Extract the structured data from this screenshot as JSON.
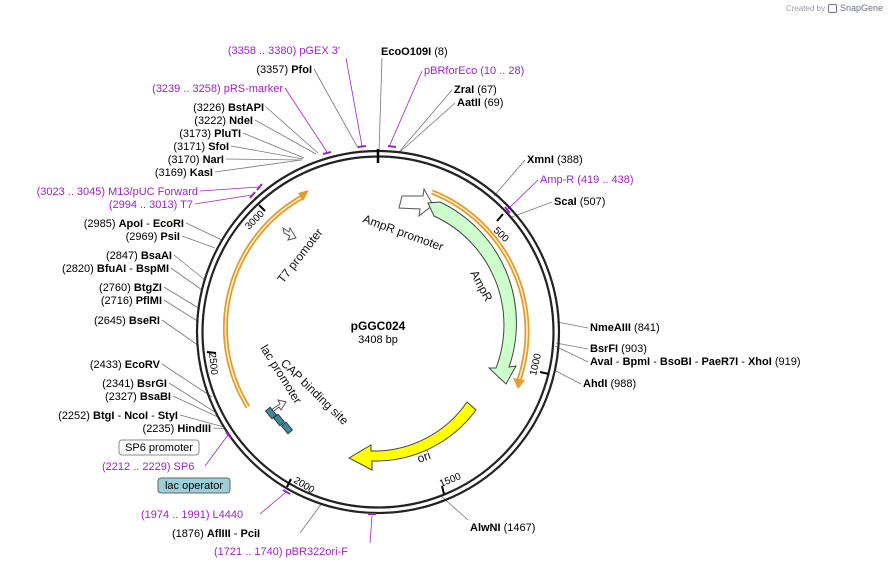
{
  "credit": {
    "prefix": "Created by",
    "brand": "SnapGene"
  },
  "plasmid": {
    "name": "pGGC024",
    "length_label": "3408 bp",
    "length": 3408
  },
  "ticks": [
    "500",
    "1000",
    "1500",
    "2000",
    "2500",
    "3000"
  ],
  "features": [
    {
      "name": "AmpR promoter",
      "type": "promoter"
    },
    {
      "name": "AmpR",
      "type": "cds",
      "color": "#ccffcc"
    },
    {
      "name": "ori",
      "type": "rep_origin",
      "color": "#ffff00"
    },
    {
      "name": "lac promoter",
      "type": "promoter"
    },
    {
      "name": "CAP binding site",
      "type": "protein_bind"
    },
    {
      "name": "T7 promoter",
      "type": "promoter"
    }
  ],
  "boxed_features": [
    {
      "name": "SP6 promoter",
      "color": "#ffffff"
    },
    {
      "name": "lac operator",
      "color": "#9ccfd8"
    }
  ],
  "labels": [
    {
      "id": "ecoo109i",
      "parts": [
        {
          "t": "EcoO109I",
          "s": "enz"
        },
        {
          "t": "   (8)",
          "s": "n"
        }
      ]
    },
    {
      "id": "pbrforeco",
      "parts": [
        {
          "t": "pBRforEco   (10 .. 28)",
          "s": "p"
        }
      ]
    },
    {
      "id": "zrai",
      "parts": [
        {
          "t": "ZraI",
          "s": "enz"
        },
        {
          "t": "   (67)",
          "s": "n"
        }
      ]
    },
    {
      "id": "aatii",
      "parts": [
        {
          "t": "AatII",
          "s": "enz"
        },
        {
          "t": "   (69)",
          "s": "n"
        }
      ]
    },
    {
      "id": "xmni",
      "parts": [
        {
          "t": "XmnI",
          "s": "enz"
        },
        {
          "t": "   (388)",
          "s": "n"
        }
      ]
    },
    {
      "id": "ampr-primer",
      "parts": [
        {
          "t": "Amp-R   (419 .. 438)",
          "s": "p"
        }
      ]
    },
    {
      "id": "scai",
      "parts": [
        {
          "t": "ScaI",
          "s": "enz"
        },
        {
          "t": "   (507)",
          "s": "n"
        }
      ]
    },
    {
      "id": "nmeaiii",
      "parts": [
        {
          "t": "NmeAIII",
          "s": "enz"
        },
        {
          "t": "   (841)",
          "s": "n"
        }
      ]
    },
    {
      "id": "bsrfi",
      "parts": [
        {
          "t": "BsrFI",
          "s": "enz"
        },
        {
          "t": "   (903)",
          "s": "n"
        }
      ]
    },
    {
      "id": "avai",
      "parts": [
        {
          "t": "AvaI",
          "s": "enz"
        },
        {
          "t": "  - ",
          "s": "n"
        },
        {
          "t": "BpmI",
          "s": "enz"
        },
        {
          "t": "  - ",
          "s": "n"
        },
        {
          "t": "BsoBI",
          "s": "enz"
        },
        {
          "t": "  - ",
          "s": "n"
        },
        {
          "t": "PaeR7I",
          "s": "enz"
        },
        {
          "t": "  - ",
          "s": "n"
        },
        {
          "t": "XhoI",
          "s": "enz"
        },
        {
          "t": "   (919)",
          "s": "n"
        }
      ]
    },
    {
      "id": "ahdi",
      "parts": [
        {
          "t": "AhdI",
          "s": "enz"
        },
        {
          "t": "   (988)",
          "s": "n"
        }
      ]
    },
    {
      "id": "alwni",
      "parts": [
        {
          "t": "AlwNI",
          "s": "enz"
        },
        {
          "t": "   (1467)",
          "s": "n"
        }
      ]
    },
    {
      "id": "pbr322ori",
      "parts": [
        {
          "t": "(1721 .. 1740)  pBR322ori-F",
          "s": "p"
        }
      ]
    },
    {
      "id": "afliii",
      "parts": [
        {
          "t": "(1876)  ",
          "s": "n"
        },
        {
          "t": "AflIII",
          "s": "enz"
        },
        {
          "t": "  - ",
          "s": "n"
        },
        {
          "t": "PciI",
          "s": "enz"
        }
      ]
    },
    {
      "id": "l4440",
      "parts": [
        {
          "t": "(1974 .. 1991)  L4440",
          "s": "p"
        }
      ]
    },
    {
      "id": "sp6-primer",
      "parts": [
        {
          "t": "(2212 .. 2229)  SP6",
          "s": "p"
        }
      ]
    },
    {
      "id": "hindiii",
      "parts": [
        {
          "t": "(2235)  ",
          "s": "n"
        },
        {
          "t": "HindIII",
          "s": "enz"
        }
      ]
    },
    {
      "id": "btgi",
      "parts": [
        {
          "t": "(2252)  ",
          "s": "n"
        },
        {
          "t": "BtgI",
          "s": "enz"
        },
        {
          "t": "  - ",
          "s": "n"
        },
        {
          "t": "NcoI",
          "s": "enz"
        },
        {
          "t": "  - ",
          "s": "n"
        },
        {
          "t": "StyI",
          "s": "enz"
        }
      ]
    },
    {
      "id": "bsabi",
      "parts": [
        {
          "t": "(2327)  ",
          "s": "n"
        },
        {
          "t": "BsaBI",
          "s": "enz"
        }
      ]
    },
    {
      "id": "bsrgi",
      "parts": [
        {
          "t": "(2341)  ",
          "s": "n"
        },
        {
          "t": "BsrGI",
          "s": "enz"
        }
      ]
    },
    {
      "id": "ecorv",
      "parts": [
        {
          "t": "(2433)  ",
          "s": "n"
        },
        {
          "t": "EcoRV",
          "s": "enz"
        }
      ]
    },
    {
      "id": "bseri",
      "parts": [
        {
          "t": "(2645)  ",
          "s": "n"
        },
        {
          "t": "BseRI",
          "s": "enz"
        }
      ]
    },
    {
      "id": "pflmi",
      "parts": [
        {
          "t": "(2716)  ",
          "s": "n"
        },
        {
          "t": "PflMI",
          "s": "enz"
        }
      ]
    },
    {
      "id": "btgzi",
      "parts": [
        {
          "t": "(2760)  ",
          "s": "n"
        },
        {
          "t": "BtgZI",
          "s": "enz"
        }
      ]
    },
    {
      "id": "bfuai",
      "parts": [
        {
          "t": "(2820)  ",
          "s": "n"
        },
        {
          "t": "BfuAI",
          "s": "enz"
        },
        {
          "t": "  - ",
          "s": "n"
        },
        {
          "t": "BspMI",
          "s": "enz"
        }
      ]
    },
    {
      "id": "bsaai",
      "parts": [
        {
          "t": "(2847)  ",
          "s": "n"
        },
        {
          "t": "BsaAI",
          "s": "enz"
        }
      ]
    },
    {
      "id": "psii",
      "parts": [
        {
          "t": "(2969)  ",
          "s": "n"
        },
        {
          "t": "PsiI",
          "s": "enz"
        }
      ]
    },
    {
      "id": "apoi",
      "parts": [
        {
          "t": "(2985)  ",
          "s": "n"
        },
        {
          "t": "ApoI",
          "s": "enz"
        },
        {
          "t": "  - ",
          "s": "n"
        },
        {
          "t": "EcoRI",
          "s": "enz"
        }
      ]
    },
    {
      "id": "t7-primer",
      "parts": [
        {
          "t": "(2994 .. 3013)  T7",
          "s": "p"
        }
      ]
    },
    {
      "id": "m13-primer",
      "parts": [
        {
          "t": "(3023 .. 3045)  M13/pUC Forward",
          "s": "p"
        }
      ]
    },
    {
      "id": "kasi",
      "parts": [
        {
          "t": "(3169)  ",
          "s": "n"
        },
        {
          "t": "KasI",
          "s": "enz"
        }
      ]
    },
    {
      "id": "nari",
      "parts": [
        {
          "t": "(3170)  ",
          "s": "n"
        },
        {
          "t": "NarI",
          "s": "enz"
        }
      ]
    },
    {
      "id": "sfoi",
      "parts": [
        {
          "t": "(3171)  ",
          "s": "n"
        },
        {
          "t": "SfoI",
          "s": "enz"
        }
      ]
    },
    {
      "id": "pluti",
      "parts": [
        {
          "t": "(3173)  ",
          "s": "n"
        },
        {
          "t": "PluTI",
          "s": "enz"
        }
      ]
    },
    {
      "id": "ndei",
      "parts": [
        {
          "t": "(3222)  ",
          "s": "n"
        },
        {
          "t": "NdeI",
          "s": "enz"
        }
      ]
    },
    {
      "id": "bstapi",
      "parts": [
        {
          "t": "(3226)  ",
          "s": "n"
        },
        {
          "t": "BstAPI",
          "s": "enz"
        }
      ]
    },
    {
      "id": "prs-marker",
      "parts": [
        {
          "t": "(3239 .. 3258)  pRS-marker",
          "s": "p"
        }
      ]
    },
    {
      "id": "pfoi",
      "parts": [
        {
          "t": "(3357)  ",
          "s": "n"
        },
        {
          "t": "PfoI",
          "s": "enz"
        }
      ]
    },
    {
      "id": "pgex3",
      "parts": [
        {
          "t": "(3358 .. 3380)  pGEX 3'",
          "s": "p"
        }
      ]
    }
  ]
}
